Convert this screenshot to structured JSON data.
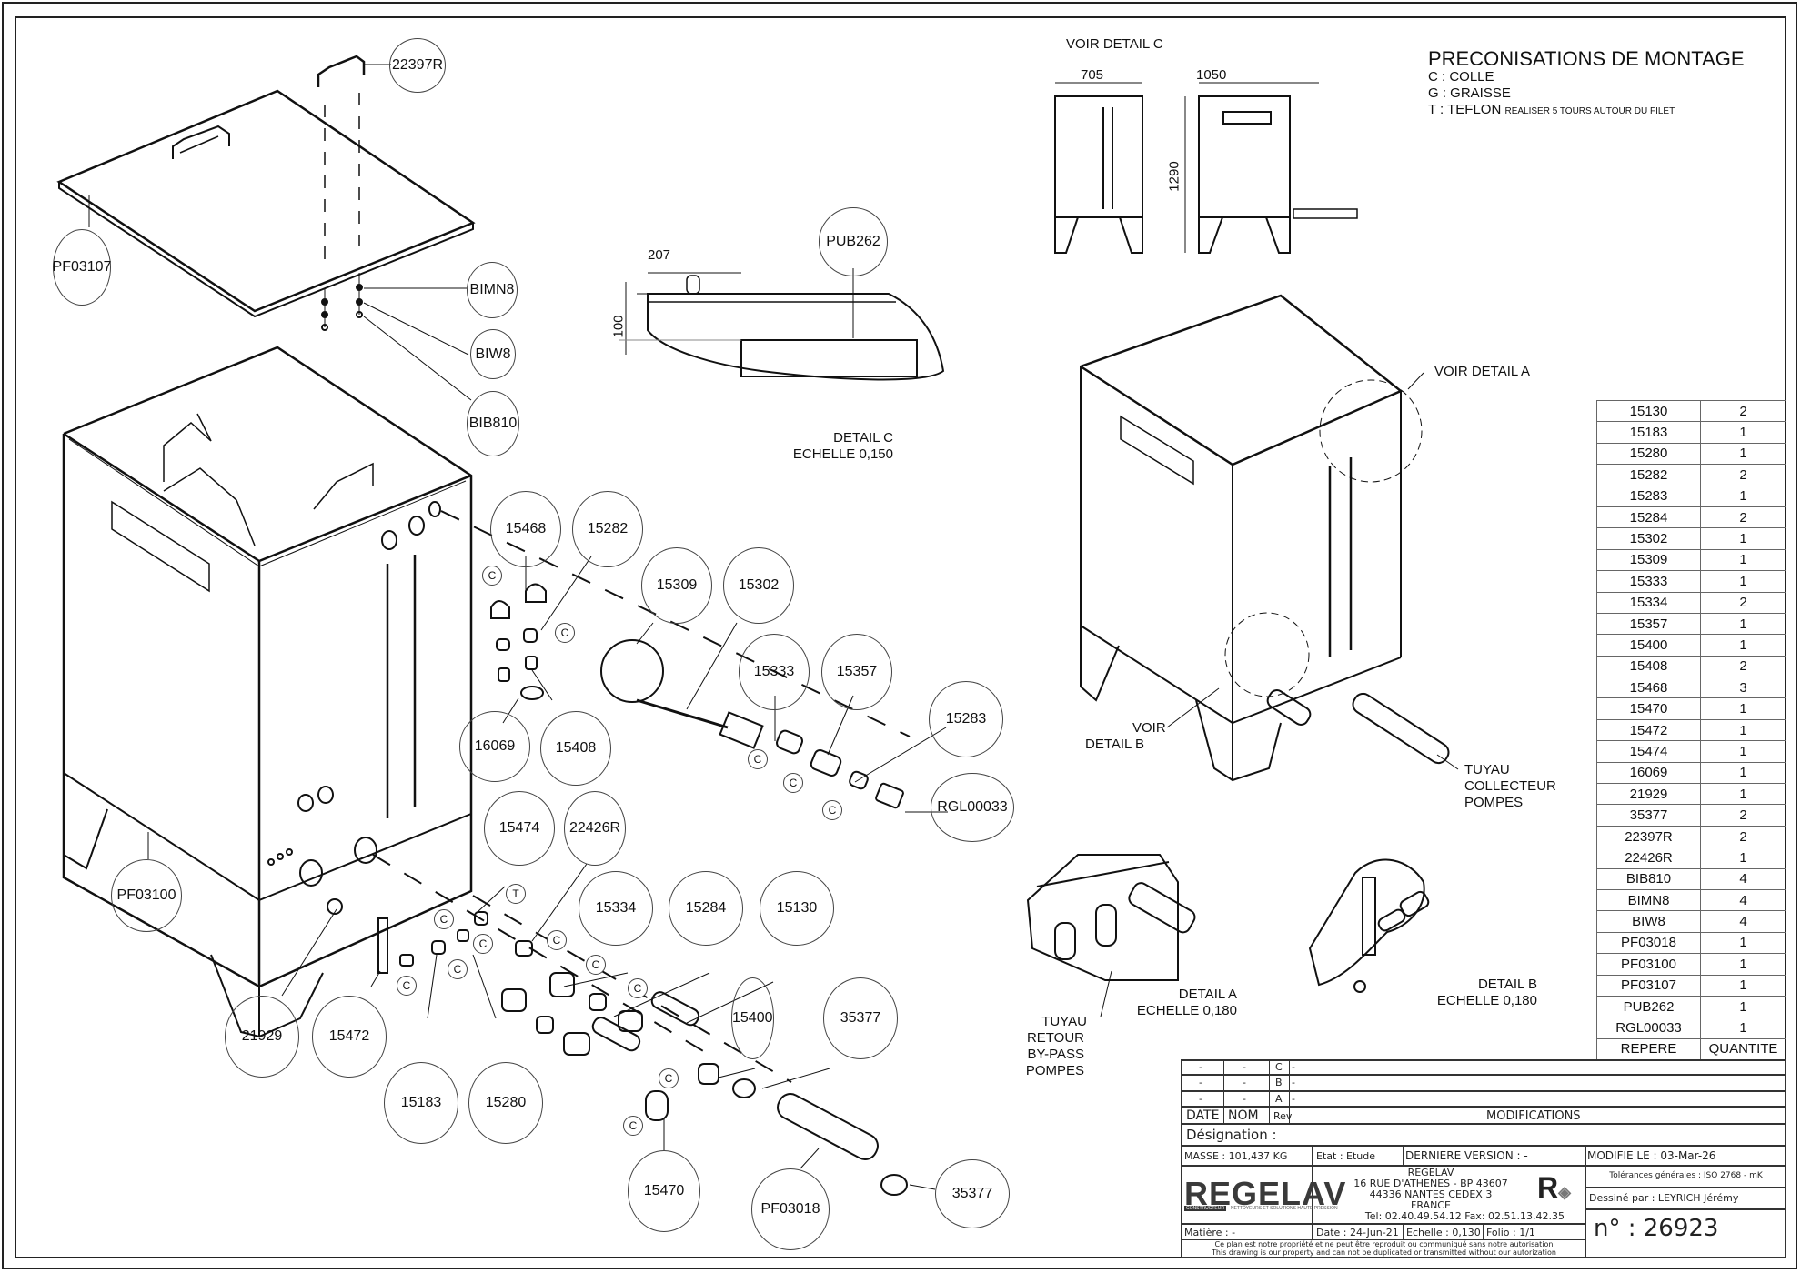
{
  "notes": {
    "title": "PRECONISATIONS DE MONTAGE",
    "lines": [
      {
        "code": "C : COLLE",
        "extra": ""
      },
      {
        "code": "G : GRAISSE",
        "extra": ""
      },
      {
        "code": "T : TEFLON",
        "extra": "REALISER 5 TOURS AUTOUR DU FILET"
      }
    ]
  },
  "views": {
    "voir_detail_c": "VOIR DETAIL  C",
    "dim_width_side": "705",
    "dim_width_front": "1050",
    "dim_height": "1290",
    "detail_c": {
      "title": "DETAIL  C",
      "scale": "ECHELLE  0,150",
      "dim_a": "207",
      "dim_b": "100"
    },
    "voir_detail_a": "VOIR DETAIL  A",
    "voir_detail_b_1": "VOIR",
    "voir_detail_b_2": "DETAIL  B",
    "tuyau_collecteur": [
      "TUYAU",
      "COLLECTEUR",
      "POMPES"
    ],
    "detail_a": {
      "title": "DETAIL  A",
      "scale": "ECHELLE  0,180"
    },
    "tuyau_retour": [
      "TUYAU",
      "RETOUR",
      "BY-PASS",
      "POMPES"
    ],
    "detail_b": {
      "title": "DETAIL  B",
      "scale": "ECHELLE  0,180"
    }
  },
  "callouts": [
    "22397R",
    "PF03107",
    "BIMN8",
    "BIW8",
    "BIB810",
    "PUB262",
    "15468",
    "15282",
    "15309",
    "15302",
    "15333",
    "15357",
    "15283",
    "RGL00033",
    "16069",
    "15408",
    "15474",
    "22426R",
    "15334",
    "15284",
    "15130",
    "15400",
    "35377",
    "35377",
    "PF03100",
    "21929",
    "15472",
    "15183",
    "15280",
    "15470",
    "PF03018"
  ],
  "assembly_marks": {
    "colle": "C",
    "teflon": "T"
  },
  "parts_table": {
    "headers": {
      "ref": "REPERE",
      "qty": "QUANTITE"
    },
    "rows": [
      {
        "ref": "15130",
        "qty": "2"
      },
      {
        "ref": "15183",
        "qty": "1"
      },
      {
        "ref": "15280",
        "qty": "1"
      },
      {
        "ref": "15282",
        "qty": "2"
      },
      {
        "ref": "15283",
        "qty": "1"
      },
      {
        "ref": "15284",
        "qty": "2"
      },
      {
        "ref": "15302",
        "qty": "1"
      },
      {
        "ref": "15309",
        "qty": "1"
      },
      {
        "ref": "15333",
        "qty": "1"
      },
      {
        "ref": "15334",
        "qty": "2"
      },
      {
        "ref": "15357",
        "qty": "1"
      },
      {
        "ref": "15400",
        "qty": "1"
      },
      {
        "ref": "15408",
        "qty": "2"
      },
      {
        "ref": "15468",
        "qty": "3"
      },
      {
        "ref": "15470",
        "qty": "1"
      },
      {
        "ref": "15472",
        "qty": "1"
      },
      {
        "ref": "15474",
        "qty": "1"
      },
      {
        "ref": "16069",
        "qty": "1"
      },
      {
        "ref": "21929",
        "qty": "1"
      },
      {
        "ref": "35377",
        "qty": "2"
      },
      {
        "ref": "22397R",
        "qty": "2"
      },
      {
        "ref": "22426R",
        "qty": "1"
      },
      {
        "ref": "BIB810",
        "qty": "4"
      },
      {
        "ref": "BIMN8",
        "qty": "4"
      },
      {
        "ref": "BIW8",
        "qty": "4"
      },
      {
        "ref": "PF03018",
        "qty": "1"
      },
      {
        "ref": "PF03100",
        "qty": "1"
      },
      {
        "ref": "PF03107",
        "qty": "1"
      },
      {
        "ref": "PUB262",
        "qty": "1"
      },
      {
        "ref": "RGL00033",
        "qty": "1"
      }
    ]
  },
  "title_block": {
    "revisions": [
      {
        "date": "-",
        "nom": "-",
        "rev": "C",
        "desc": "-"
      },
      {
        "date": "-",
        "nom": "-",
        "rev": "B",
        "desc": "-"
      },
      {
        "date": "-",
        "nom": "-",
        "rev": "A",
        "desc": "-"
      }
    ],
    "rev_headers": {
      "date": "DATE",
      "nom": "NOM",
      "rev": "Rev",
      "modifications": "MODIFICATIONS"
    },
    "designation": "Désignation :",
    "masse": "MASSE : 101,437 KG",
    "etat": "Etat : Etude",
    "derniere_version": "DERNIERE VERSION : -",
    "modifie_le": "MODIFIE LE : 03-Mar-26",
    "company": {
      "logo": "REGELAV",
      "logo_tag": "CONSTRUCTEUR",
      "logo_sub": "NETTOYEURS ET SOLUTIONS HAUTE PRESSION",
      "name": "REGELAV",
      "address1": "16 RUE D'ATHENES - BP 43607",
      "address2": "44336 NANTES CEDEX 3",
      "country": "FRANCE",
      "contact": "Tel:  02.40.49.54.12  Fax:  02.51.13.42.35"
    },
    "tolerances": "Tolérances générales : ISO 2768 - mK",
    "dessine_par": "Dessiné par : LEYRICH Jérémy",
    "matiere": "Matière : -",
    "date": "Date : 24-Jun-21",
    "echelle": "Echelle : 0,130",
    "folio": "Folio : 1/1",
    "disclaimer_fr": "Ce plan est notre propriété et ne peut être reproduit ou communiqué sans notre autorisation",
    "disclaimer_en": "This drawing is our property and can not be duplicated or transmitted without our autorization",
    "numero": "n° : 26923"
  }
}
